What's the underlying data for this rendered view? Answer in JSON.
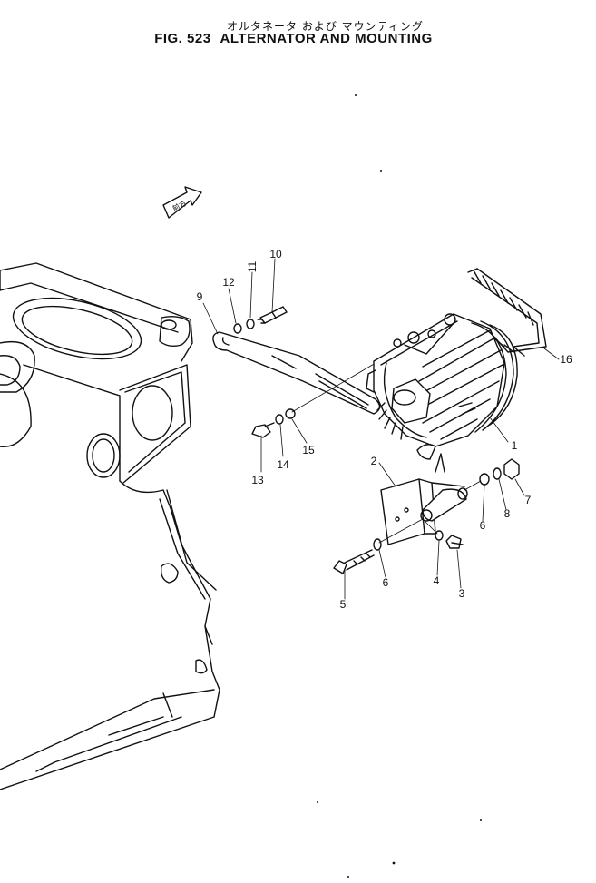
{
  "figure": {
    "title_jp": "オルタネータ および マウンティング",
    "fig_label": "FIG. 523",
    "title_en": "ALTERNATOR AND MOUNTING"
  },
  "front_marker": {
    "text": "前方"
  },
  "callouts": {
    "c1": "1",
    "c2": "2",
    "c3": "3",
    "c4": "4",
    "c5": "5",
    "c6a": "6",
    "c6b": "6",
    "c7": "7",
    "c8": "8",
    "c9": "9",
    "c10": "10",
    "c11": "11",
    "c12": "12",
    "c13": "13",
    "c14": "14",
    "c15": "15",
    "c16": "16"
  }
}
